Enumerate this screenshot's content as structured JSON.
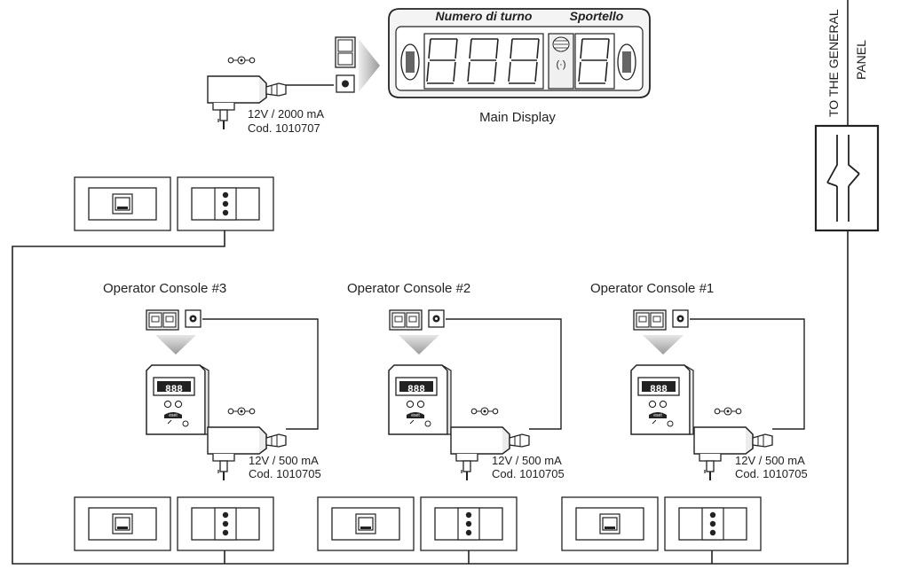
{
  "main_display": {
    "header_left": "Numero di turno",
    "header_right": "Sportello",
    "caption": "Main Display"
  },
  "main_adapter": {
    "rating": "12V / 2000 mA",
    "code": "Cod. 1010707"
  },
  "general_panel_label": {
    "line1": "TO THE GENERAL",
    "line2": "PANEL"
  },
  "consoles": [
    {
      "title": "Operator Console #3",
      "rating": "12V / 500 mA",
      "code": "Cod. 1010705",
      "display": "888",
      "brand": "eset"
    },
    {
      "title": "Operator Console #2",
      "rating": "12V / 500 mA",
      "code": "Cod. 1010705",
      "display": "888",
      "brand": "eset"
    },
    {
      "title": "Operator Console #1",
      "rating": "12V / 500 mA",
      "code": "Cod. 1010705",
      "display": "888",
      "brand": "eset"
    }
  ],
  "colors": {
    "line": "#222222",
    "arrow": "#cccccc",
    "display_body": "#f4f4f4"
  }
}
